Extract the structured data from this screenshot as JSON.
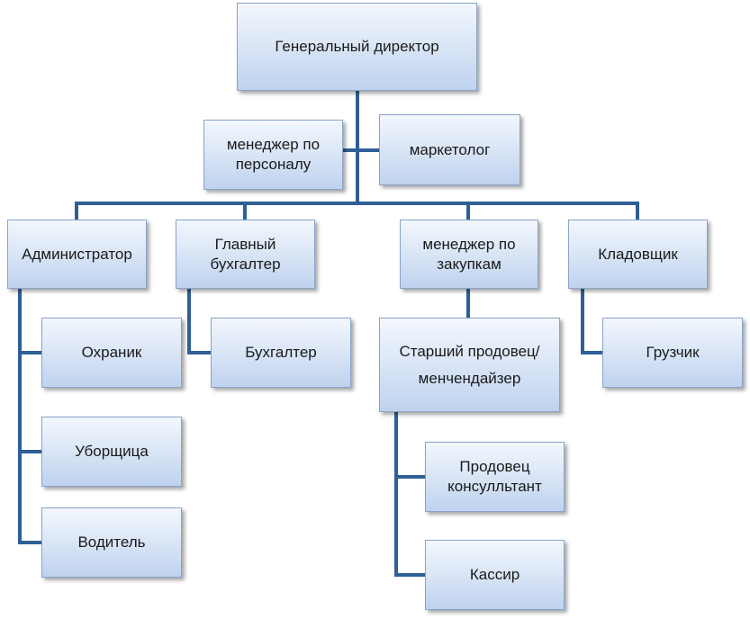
{
  "org_chart": {
    "line_color": "#2f5f96",
    "nodes": {
      "ceo": "Генеральный директор",
      "hr_manager": "менеджер по\nперсоналу",
      "marketer": "маркетолог",
      "administrator": "Администратор",
      "chief_accountant": "Главный\nбухгалтер",
      "purchasing_manager": "менеджер по\nзакупкам",
      "storekeeper": "Кладовщик",
      "guard": "Охраник",
      "cleaner": "Уборщица",
      "driver": "Водитель",
      "accountant": "Бухгалтер",
      "senior_seller": "Старший продовец/\nменчендайзер",
      "consultant": "Продовец\nконсулльтант",
      "cashier": "Кассир",
      "loader": "Грузчик"
    }
  }
}
